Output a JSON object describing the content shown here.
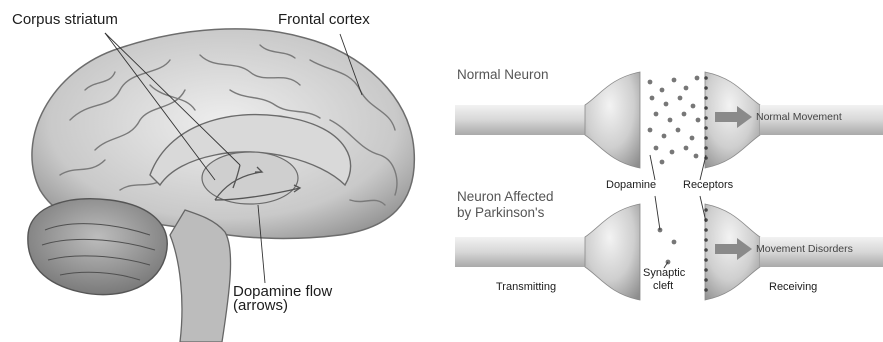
{
  "brain": {
    "labels": {
      "corpus_striatum": "Corpus striatum",
      "frontal_cortex": "Frontal cortex",
      "dopamine_flow": "Dopamine flow",
      "dopamine_flow_sub": "(arrows)"
    }
  },
  "neurons": {
    "normal": {
      "title": "Normal  Neuron",
      "arrow_label": "Normal Movement"
    },
    "parkinsons": {
      "title_line1": "Neuron Affected",
      "title_line2": "by Parkinson's",
      "arrow_label": "Movement Disorders"
    },
    "labels": {
      "dopamine": "Dopamine",
      "receptors": "Receptors",
      "synaptic": "Synaptic",
      "cleft": "cleft",
      "transmitting": "Transmitting",
      "receiving": "Receiving"
    }
  },
  "colors": {
    "ink": "#1c1c1c",
    "neuron_light": "#e2e2e2",
    "neuron_dark": "#8f8f8f",
    "arrow": "#8a8a8a",
    "dot": "#777777"
  }
}
